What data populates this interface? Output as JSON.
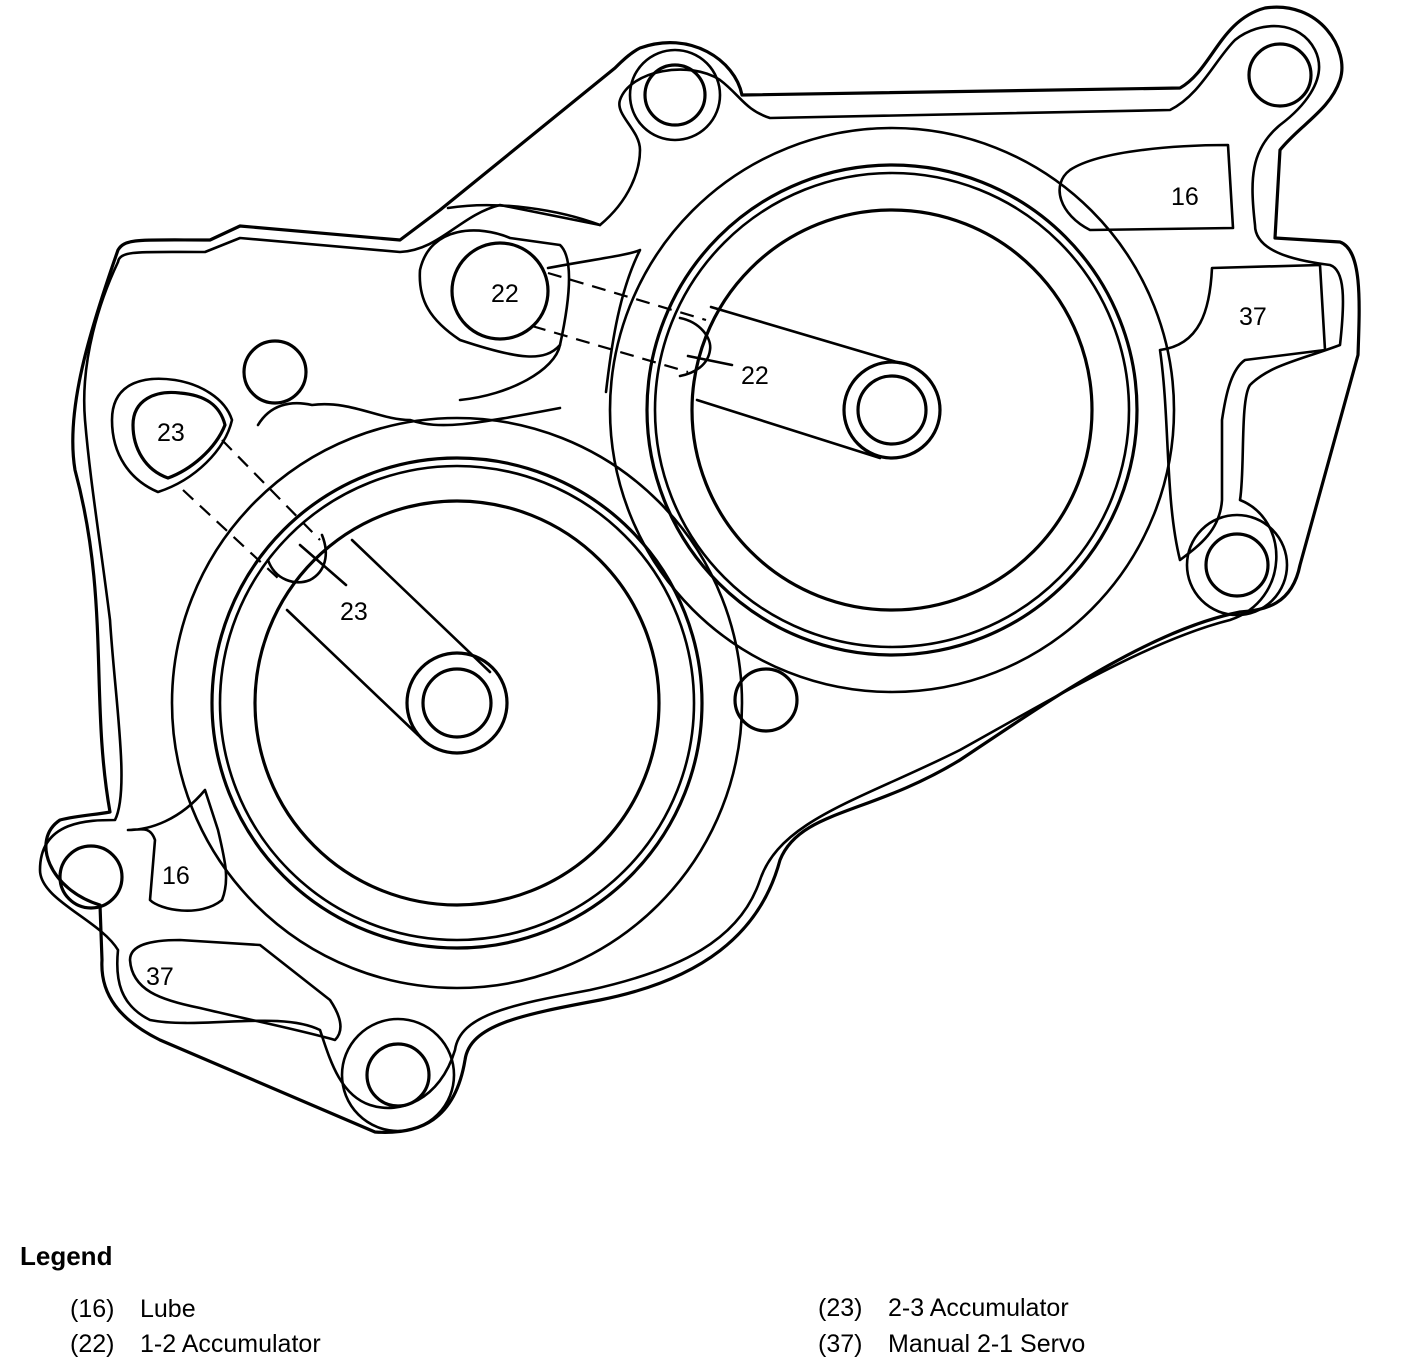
{
  "labels": {
    "lube_right": "16",
    "lube_left": "16",
    "servo_right": "37",
    "servo_left": "37",
    "acc12_port": "22",
    "acc12_bore": "22",
    "acc23_port": "23",
    "acc23_bore": "23"
  },
  "legend": {
    "title": "Legend",
    "items": [
      {
        "code": "(16)",
        "desc": "Lube"
      },
      {
        "code": "(22)",
        "desc": "1-2 Accumulator"
      },
      {
        "code": "(23)",
        "desc": "2-3 Accumulator"
      },
      {
        "code": "(37)",
        "desc": "Manual 2-1 Servo"
      }
    ]
  }
}
